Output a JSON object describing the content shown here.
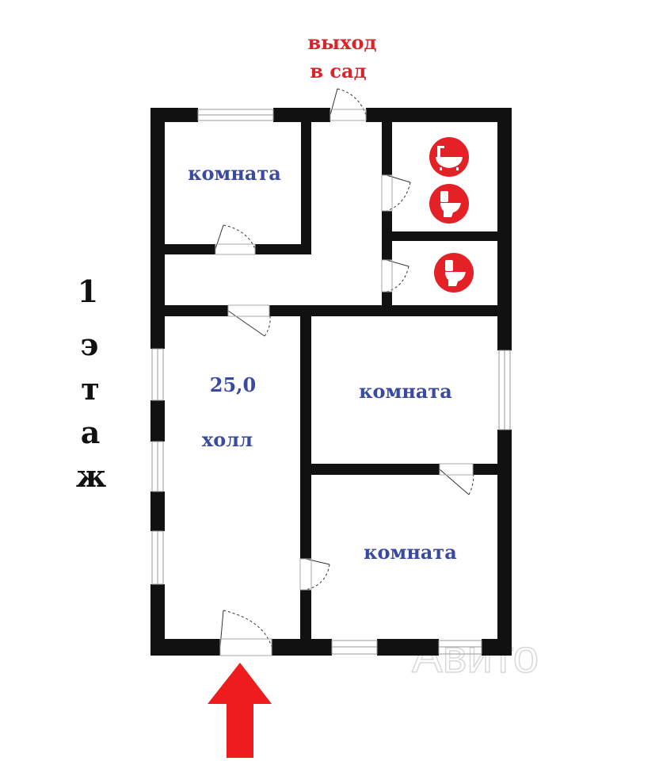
{
  "floor_label": [
    "1",
    "э",
    "т",
    "а",
    "ж"
  ],
  "exit_label": [
    "выход",
    "в сад"
  ],
  "rooms": {
    "top_left": "комната",
    "middle_right": "комната",
    "bottom_right": "комната",
    "hall_area": "25,0",
    "hall_name": "холл"
  },
  "watermark": "Авито",
  "colors": {
    "wall": "#111111",
    "room_label": "#3a4aa0",
    "exit_label": "#d6262c",
    "entrance_arrow": "#ee1c1c",
    "sanitary_circle": "#e32126"
  },
  "icons": [
    "bathtub-icon",
    "toilet-icon",
    "toilet-icon",
    "entrance-arrow-icon"
  ]
}
